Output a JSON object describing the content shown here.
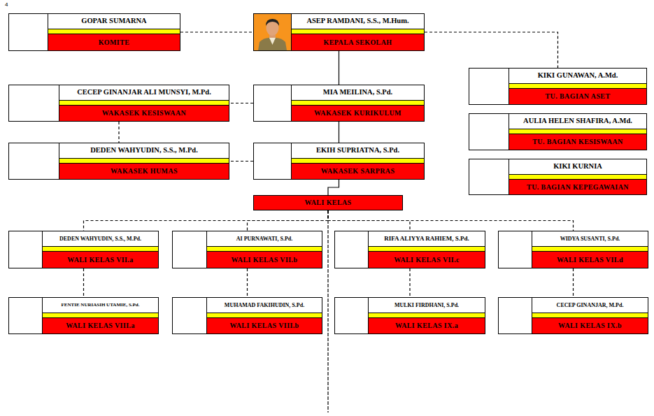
{
  "diagram": {
    "nodes": [
      {
        "text": [
          "GOPAR SUMARNA",
          "KOMITE"
        ]
      },
      {
        "text": [
          "ASEP RAMDANI, S.S., M.Hum.",
          "KEPALA SEKOLAH"
        ]
      },
      {
        "text": [
          "CECEP GINANJAR ALI MUNSYI, M.Pd.",
          "WAKASEK KESISWAAN"
        ]
      },
      {
        "text": [
          "MIA MEILINA, S.Pd.",
          "WAKASEK KURIKULUM"
        ]
      },
      {
        "text": [
          "KIKI GUNAWAN, A.Md.",
          "TU. BAGIAN ASET"
        ]
      },
      {
        "text": [
          "AULIA HELEN SHAFIRA, A.Md.",
          "TU. BAGIAN KESISWAAN"
        ]
      },
      {
        "text": [
          "DEDEN WAHYUDIN, S.S., M.Pd.",
          "WAKASEK HUMAS"
        ]
      },
      {
        "text": [
          "EKIH SUPRIATNA, S.Pd.",
          "WAKASEK SARPRAS"
        ]
      },
      {
        "text": [
          "KIKI KURNIA",
          "TU. BAGIAN KEPEGAWAIAN"
        ]
      },
      {
        "text": [
          "WALI KELAS"
        ]
      },
      {
        "text": [
          "DEDEN WAHYUDIN, S.S., M.Pd.",
          "WALI KELAS VII.a"
        ]
      },
      {
        "text": [
          "AI PURNAWATI, S.Pd.",
          "WALI KELAS VII.b"
        ]
      },
      {
        "text": [
          "RIFA ALIYYA RAHIEM, S.Pd.",
          "WALI KELAS VII.c"
        ]
      },
      {
        "text": [
          "WIDYA SUSANTI, S.Pd.",
          "WALI KELAS VII.d"
        ]
      },
      {
        "text": [
          "FENTIE NURIASIH UTAMIE, S.Pd.",
          "WALI KELAS VIII.a"
        ]
      },
      {
        "text": [
          "MUHAMAD FAKIHUDIN, S.Pd.",
          "WALI KELAS VIII.b"
        ]
      },
      {
        "text": [
          "MULKI FIRDHANI, S.Pd.",
          "WALI KELAS IX.a"
        ]
      },
      {
        "text": [
          "CECEP GINANJAR, M.Pd.",
          "WALI KELAS IX.b"
        ]
      }
    ],
    "edges": [
      {
        "from": 0,
        "to": 1,
        "arrow": "none"
      },
      {
        "from": 1,
        "to": 3,
        "arrow": "none"
      },
      {
        "from": 1,
        "to": 4,
        "arrow": "none"
      },
      {
        "from": 3,
        "to": 2,
        "arrow": "none"
      },
      {
        "from": 2,
        "to": 6,
        "arrow": "none"
      },
      {
        "from": 3,
        "to": 7,
        "arrow": "none"
      },
      {
        "from": 7,
        "to": 6,
        "arrow": "none"
      },
      {
        "from": 7,
        "to": 9,
        "arrow": "none"
      },
      {
        "from": 9,
        "to": 10,
        "arrow": "none"
      },
      {
        "from": 9,
        "to": 11,
        "arrow": "none"
      },
      {
        "from": 9,
        "to": 12,
        "arrow": "none"
      },
      {
        "from": 9,
        "to": 13,
        "arrow": "none"
      },
      {
        "from": 10,
        "to": 14,
        "arrow": "none"
      },
      {
        "from": 11,
        "to": 15,
        "arrow": "none"
      },
      {
        "from": 12,
        "to": 16,
        "arrow": "none"
      },
      {
        "from": 13,
        "to": 17,
        "arrow": "none"
      }
    ],
    "labels": [
      "4"
    ]
  }
}
